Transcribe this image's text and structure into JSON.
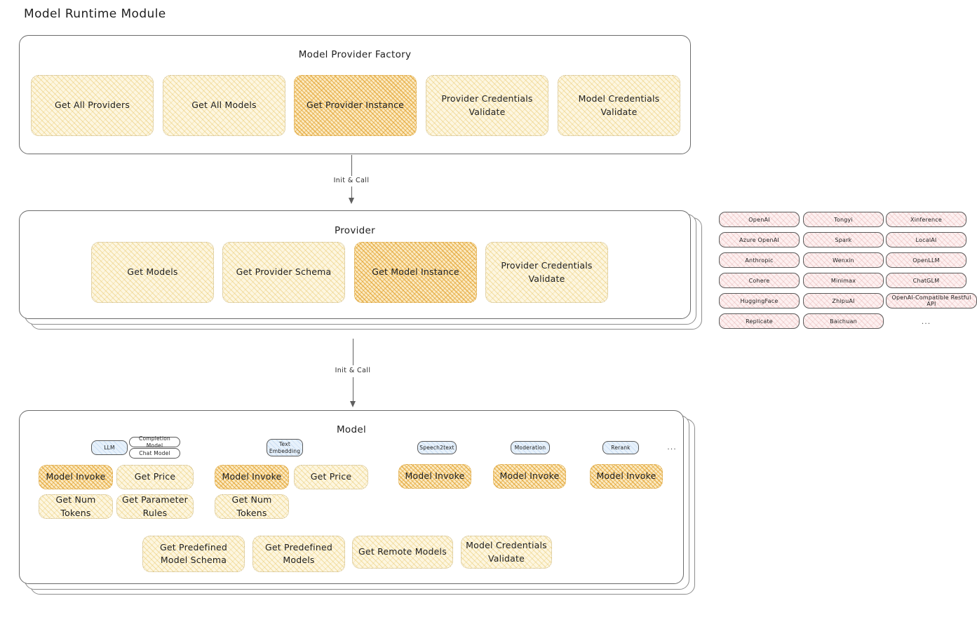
{
  "page": {
    "title": "Model Runtime Module"
  },
  "factory": {
    "title": "Model Provider Factory",
    "boxes": [
      {
        "label": "Get All Providers",
        "highlighted": false
      },
      {
        "label": "Get All Models",
        "highlighted": false
      },
      {
        "label": "Get Provider Instance",
        "highlighted": true
      },
      {
        "label": "Provider Credentials Validate",
        "highlighted": false
      },
      {
        "label": "Model Credentials Validate",
        "highlighted": false
      }
    ]
  },
  "arrow_factory_to_provider": {
    "label": "Init & Call"
  },
  "provider": {
    "title": "Provider",
    "boxes": [
      {
        "label": "Get Models",
        "highlighted": false
      },
      {
        "label": "Get Provider Schema",
        "highlighted": false
      },
      {
        "label": "Get Model Instance",
        "highlighted": true
      },
      {
        "label": "Provider Credentials Validate",
        "highlighted": false
      }
    ]
  },
  "arrow_provider_to_model": {
    "label": "Init & Call"
  },
  "provider_list": {
    "columns": [
      {
        "items": [
          "OpenAI",
          "Azure OpenAI",
          "Anthropic",
          "Cohere",
          "HuggingFace",
          "Replicate"
        ],
        "more": ""
      },
      {
        "items": [
          "Tongyi",
          "Spark",
          "Wenxin",
          "Minimax",
          "ZhipuAI",
          "Baichuan"
        ],
        "more": ""
      },
      {
        "items": [
          "Xinference",
          "LocalAI",
          "OpenLLM",
          "ChatGLM",
          "OpenAI-Compatible Restful API"
        ],
        "more": "..."
      }
    ]
  },
  "model": {
    "title": "Model",
    "more_marker": "...",
    "groups": [
      {
        "badges": [
          {
            "label": "LLM",
            "style": "accent"
          },
          {
            "label": "Completion Model",
            "style": "plain"
          },
          {
            "label": "Chat Model",
            "style": "plain"
          }
        ],
        "boxes": [
          {
            "label": "Model Invoke",
            "highlighted": true
          },
          {
            "label": "Get Price",
            "highlighted": false
          },
          {
            "label": "Get Num Tokens",
            "highlighted": false
          },
          {
            "label": "Get Parameter Rules",
            "highlighted": false
          }
        ]
      },
      {
        "badges": [
          {
            "label": "Text Embedding",
            "style": "accent"
          }
        ],
        "boxes": [
          {
            "label": "Model Invoke",
            "highlighted": true
          },
          {
            "label": "Get Price",
            "highlighted": false
          },
          {
            "label": "Get Num Tokens",
            "highlighted": false
          }
        ]
      },
      {
        "badges": [
          {
            "label": "Speech2text",
            "style": "accent"
          }
        ],
        "boxes": [
          {
            "label": "Model Invoke",
            "highlighted": true
          }
        ]
      },
      {
        "badges": [
          {
            "label": "Moderation",
            "style": "accent"
          }
        ],
        "boxes": [
          {
            "label": "Model Invoke",
            "highlighted": true
          }
        ]
      },
      {
        "badges": [
          {
            "label": "Rerank",
            "style": "accent"
          }
        ],
        "boxes": [
          {
            "label": "Model Invoke",
            "highlighted": true
          }
        ]
      }
    ],
    "common_boxes": [
      {
        "label": "Get Predefined Model Schema"
      },
      {
        "label": "Get Predefined Models"
      },
      {
        "label": "Get Remote Models"
      },
      {
        "label": "Model Credentials Validate"
      }
    ]
  },
  "colors": {
    "accent_highlight": "#e2a02b",
    "box_fill": "#fdf6e0",
    "provider_chip_fill": "#fdf0f0",
    "badge_fill": "#e7f1fb",
    "stroke": "#6b6b6b"
  }
}
